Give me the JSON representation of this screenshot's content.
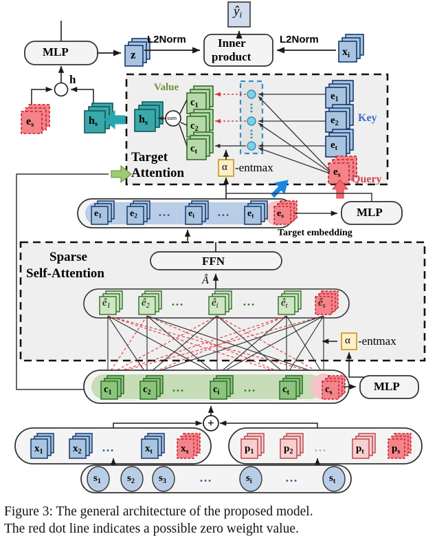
{
  "figure": {
    "caption_line1": "Figure 3: The general architecture of the proposed model.",
    "caption_line2": "The red dot line indicates a possible zero weight value."
  },
  "colors": {
    "blue_card": "#a8c4e0",
    "blue_card_edge": "#15386b",
    "green_card": "#b5d9a8",
    "green_card_edge": "#2f6b2a",
    "red_card": "#f4838a",
    "red_card_edge": "#c0202a",
    "teal_card": "#3aa8a8",
    "teal_card_edge": "#13565a",
    "pink_card": "#f7cfd0",
    "pink_card_edge": "#b8484c",
    "alpha_box": "#fdf0c8",
    "alpha_edge": "#c79b20",
    "panel_fill": "#efefef",
    "blue_track": "#b9cee6",
    "green_track": "#c6ddb8",
    "red_track": "#f6c3c6",
    "key_text": "#3a6fc4",
    "query_text": "#d4454e",
    "value_text": "#6f8f3a",
    "arrow_blue": "#1a86e0",
    "arrow_teal": "#2aa6ad",
    "arrow_green": "#9fca74",
    "arrow_red": "#f4656b",
    "dash_red": "#e03a3a"
  },
  "top": {
    "mlp_label": "MLP",
    "z_label": "z",
    "h_label": "h",
    "l2norm_left": "L2Norm",
    "l2norm_right": "L2Norm",
    "inner_product_line1": "Inner",
    "inner_product_line2": "product",
    "yhat_label": "ŷ",
    "yhat_sub": "i",
    "xi_label": "x",
    "xi_sub": "i",
    "es_label": "e",
    "es_sub": "s",
    "hs_label": "h",
    "hs_sub": "s"
  },
  "target_attention": {
    "title_line1": "Target",
    "title_line2": "Attention",
    "value_label": "Value",
    "key_label": "Key",
    "query_label": "Query",
    "sum_label": "sum",
    "entmax_alpha": "α",
    "entmax_text": "-entmax",
    "hs_label": "h",
    "hs_sub": "s",
    "values": [
      {
        "label": "c",
        "sub": "1"
      },
      {
        "label": "c",
        "sub": "2"
      },
      {
        "label": "c",
        "sub": "t"
      }
    ],
    "keys": [
      {
        "label": "e",
        "sub": "1"
      },
      {
        "label": "e",
        "sub": "2"
      },
      {
        "label": "e",
        "sub": "t"
      }
    ],
    "query": {
      "label": "e",
      "sub": "s"
    }
  },
  "embedding_row": {
    "target_embedding_label": "Target embedding",
    "mlp_label": "MLP",
    "items": [
      {
        "label": "e",
        "sub": "1",
        "kind": "blue"
      },
      {
        "label": "e",
        "sub": "2",
        "kind": "blue"
      },
      {
        "label": "…",
        "sub": "",
        "kind": "dots"
      },
      {
        "label": "e",
        "sub": "i",
        "kind": "blue"
      },
      {
        "label": "…",
        "sub": "",
        "kind": "dots"
      },
      {
        "label": "e",
        "sub": "t",
        "kind": "blue"
      },
      {
        "label": "e",
        "sub": "s",
        "kind": "red"
      }
    ]
  },
  "sparse_self_attention": {
    "title_line1": "Sparse",
    "title_line2": "Self-Attention",
    "ffn_label": "FFN",
    "a_hat_label": "Â",
    "entmax_alpha": "α",
    "entmax_text": "-entmax",
    "ehat_items": [
      {
        "label": "ê",
        "sub": "1",
        "kind": "green"
      },
      {
        "label": "ê",
        "sub": "2",
        "kind": "green"
      },
      {
        "label": "…",
        "sub": "",
        "kind": "dots"
      },
      {
        "label": "ê",
        "sub": "i",
        "kind": "green"
      },
      {
        "label": "…",
        "sub": "",
        "kind": "dots"
      },
      {
        "label": "ê",
        "sub": "t",
        "kind": "green"
      },
      {
        "label": "ê",
        "sub": "s",
        "kind": "red"
      }
    ]
  },
  "c_row": {
    "mlp_label": "MLP",
    "items": [
      {
        "label": "c",
        "sub": "1",
        "kind": "green"
      },
      {
        "label": "c",
        "sub": "2",
        "kind": "green"
      },
      {
        "label": "…",
        "sub": "",
        "kind": "dots"
      },
      {
        "label": "c",
        "sub": "i",
        "kind": "green"
      },
      {
        "label": "…",
        "sub": "",
        "kind": "dots"
      },
      {
        "label": "c",
        "sub": "t",
        "kind": "green"
      },
      {
        "label": "c",
        "sub": "s",
        "kind": "red"
      }
    ]
  },
  "input_rows": {
    "plus_label": "+",
    "x_items": [
      {
        "label": "x",
        "sub": "1",
        "kind": "blue"
      },
      {
        "label": "x",
        "sub": "2",
        "kind": "blue"
      },
      {
        "label": "…",
        "sub": "",
        "kind": "dots"
      },
      {
        "label": "x",
        "sub": "t",
        "kind": "blue"
      },
      {
        "label": "x",
        "sub": "s",
        "kind": "red"
      }
    ],
    "p_items": [
      {
        "label": "p",
        "sub": "1",
        "kind": "pink"
      },
      {
        "label": "p",
        "sub": "2",
        "kind": "pink"
      },
      {
        "label": "…",
        "sub": "",
        "kind": "dots"
      },
      {
        "label": "p",
        "sub": "t",
        "kind": "pink"
      },
      {
        "label": "p",
        "sub": "s",
        "kind": "red"
      }
    ],
    "s_items": [
      {
        "label": "s",
        "sub": "1"
      },
      {
        "label": "s",
        "sub": "2"
      },
      {
        "label": "s",
        "sub": "3"
      },
      {
        "label": "…",
        "sub": ""
      },
      {
        "label": "s",
        "sub": "i"
      },
      {
        "label": "…",
        "sub": ""
      },
      {
        "label": "s",
        "sub": "t"
      }
    ]
  }
}
